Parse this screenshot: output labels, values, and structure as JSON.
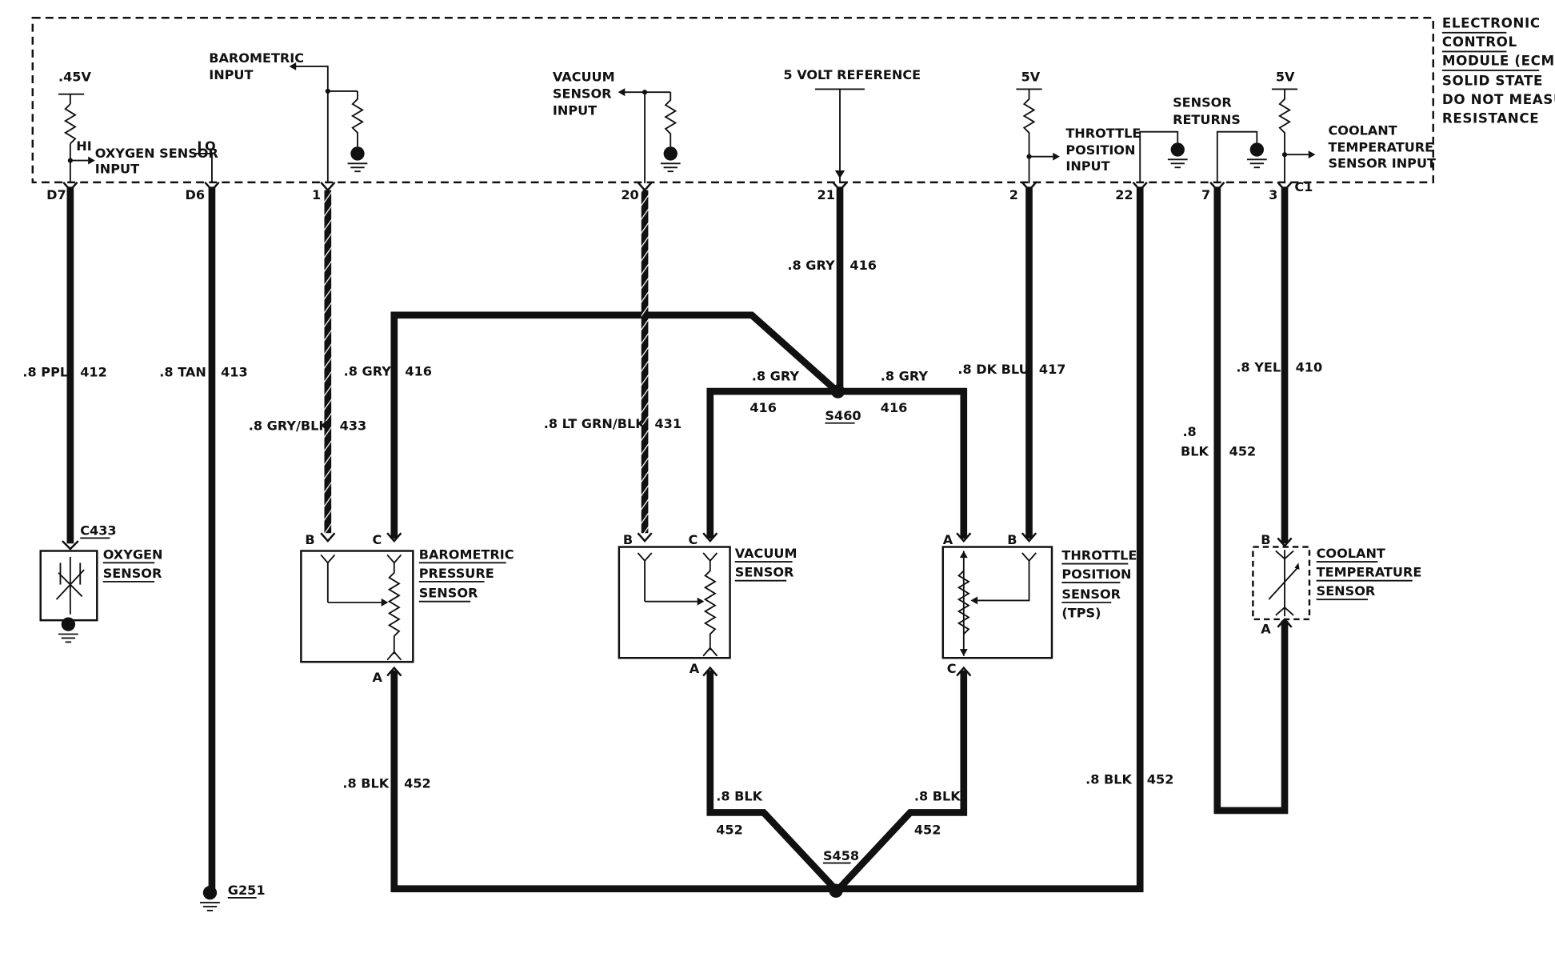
{
  "ecm": {
    "lines": [
      "ELECTRONIC",
      "CONTROL",
      "MODULE (ECM)",
      "SOLID STATE",
      "DO NOT MEASURE",
      "RESISTANCE"
    ],
    "baro_input": [
      "BAROMETRIC",
      "INPUT"
    ],
    "vac_input": [
      "VACUUM",
      "SENSOR",
      "INPUT"
    ],
    "vref": "5 VOLT REFERENCE",
    "tps_input": [
      "THROTTLE",
      "POSITION",
      "INPUT"
    ],
    "sensor_returns": [
      "SENSOR",
      "RETURNS"
    ],
    "cts_input": [
      "COOLANT",
      "TEMPERATURE",
      "SENSOR INPUT"
    ],
    "o2_input": [
      "OXYGEN SENSOR",
      "INPUT"
    ],
    "hi": "HI",
    "lo": "LO",
    "v45": ".45V",
    "v5a": "5V",
    "v5b": "5V"
  },
  "pins": {
    "d7": "D7",
    "d6": "D6",
    "p1": "1",
    "p20": "20",
    "p21": "21",
    "p2": "2",
    "p22": "22",
    "p7": "7",
    "p3": "3",
    "c1": "C1"
  },
  "wires": {
    "w412_c": ".8 PPL",
    "w412_n": "412",
    "w413_c": ".8 TAN",
    "w413_n": "413",
    "w416a_c": ".8 GRY",
    "w416a_n": "416",
    "w433_c": ".8 GRY/BLK",
    "w433_n": "433",
    "w431_c": ".8 LT GRN/BLK",
    "w431_n": "431",
    "w416b_c": ".8 GRY",
    "w416b_n": "416",
    "w416c_c": ".8 GRY",
    "w416c_n": "416",
    "w416d_c": ".8 GRY",
    "w416d_n": "416",
    "w417_c": ".8 DK BLU",
    "w417_n": "417",
    "w410_c": ".8 YEL",
    "w410_n": "410",
    "w452a_c1": ".8",
    "w452a_c2": "BLK",
    "w452a_n": "452",
    "w452b_c": ".8 BLK",
    "w452b_n": "452",
    "w452c_c": ".8 BLK",
    "w452c_n": "452",
    "w452d_c": ".8 BLK",
    "w452d_n": "452",
    "w452e_c": ".8 BLK",
    "w452e_n": "452"
  },
  "splices": {
    "s460": "S460",
    "s458": "S458"
  },
  "grounds": {
    "g251": "G251"
  },
  "connectors": {
    "c433": "C433"
  },
  "components": {
    "o2": [
      "OXYGEN",
      "SENSOR"
    ],
    "baro": [
      "BAROMETRIC",
      "PRESSURE",
      "SENSOR"
    ],
    "vac": [
      "VACUUM",
      "SENSOR"
    ],
    "tps": [
      "THROTTLE",
      "POSITION",
      "SENSOR",
      "(TPS)"
    ],
    "cts": [
      "COOLANT",
      "TEMPERATURE",
      "SENSOR"
    ]
  },
  "terminals": {
    "a": "A",
    "b": "B",
    "c": "C"
  }
}
